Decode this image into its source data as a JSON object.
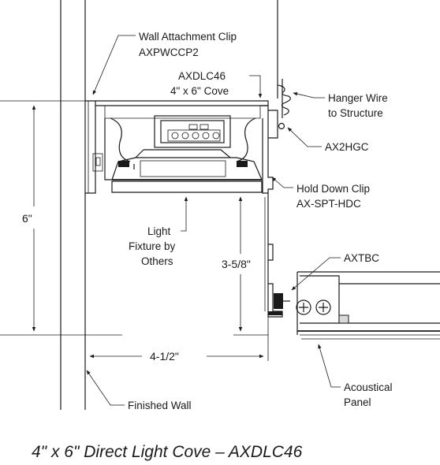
{
  "labels": {
    "wall_clip": "Wall Attachment Clip",
    "wall_clip_part": "AXPWCCP2",
    "cove_part": "AXDLC46",
    "cove_size": "4\" x 6\" Cove",
    "hanger_wire": "Hanger Wire",
    "hanger_wire_2": "to Structure",
    "hanger_clip": "AX2HGC",
    "hold_down": "Hold Down Clip",
    "hold_down_part": "AX-SPT-HDC",
    "fixture_1": "Light",
    "fixture_2": "Fixture by",
    "fixture_3": "Others",
    "tbc": "AXTBC",
    "panel_1": "Acoustical",
    "panel_2": "Panel",
    "finished_wall": "Finished Wall"
  },
  "dimensions": {
    "height": "6\"",
    "depth": "3-5/8\"",
    "width": "4-1/2\""
  },
  "caption": "4\" x 6\" Direct Light Cove – AXDLC46"
}
